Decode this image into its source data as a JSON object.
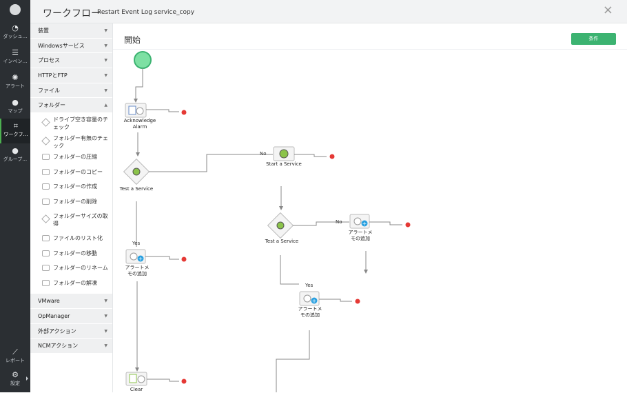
{
  "rail": {
    "items": [
      {
        "label": "ダッシュ…",
        "icon": "gauge-icon"
      },
      {
        "label": "インベン…",
        "icon": "inventory-icon"
      },
      {
        "label": "アラート",
        "icon": "alarm-icon"
      },
      {
        "label": "マップ",
        "icon": "map-pin-icon"
      },
      {
        "label": "ワークフ…",
        "icon": "workflow-icon"
      },
      {
        "label": "グループ…",
        "icon": "chat-bubble-icon"
      },
      {
        "label": "レポート",
        "icon": "report-chart-icon"
      },
      {
        "label": "設定",
        "icon": "gear-icon"
      }
    ]
  },
  "header": {
    "title": "ワークフロー",
    "subtitle": "Restart Event Log service_copy",
    "close_glyph": "×"
  },
  "panel": {
    "categories_top": [
      "装置",
      "Windowsサービス",
      "プロセス",
      "HTTPとFTP",
      "ファイル"
    ],
    "open_category": "フォルダー",
    "folder_items": [
      {
        "label": "ドライブ空き容量のチェック",
        "shape": "diamond"
      },
      {
        "label": "フォルダー有無のチェック",
        "shape": "diamond"
      },
      {
        "label": "フォルダーの圧縮",
        "shape": "box"
      },
      {
        "label": "フォルダーのコピー",
        "shape": "box"
      },
      {
        "label": "フォルダーの作成",
        "shape": "box"
      },
      {
        "label": "フォルダーの削除",
        "shape": "box"
      },
      {
        "label": "フォルダーサイズの取得",
        "shape": "diamond"
      },
      {
        "label": "ファイルのリスト化",
        "shape": "box"
      },
      {
        "label": "フォルダーの移動",
        "shape": "box"
      },
      {
        "label": "フォルダーのリネーム",
        "shape": "box"
      },
      {
        "label": "フォルダーの解凍",
        "shape": "box"
      }
    ],
    "categories_bottom": [
      "VMware",
      "OpManager",
      "外部アクション",
      "NCMアクション"
    ]
  },
  "canvas": {
    "heading": "開始",
    "condition_button": "条件"
  },
  "flow": {
    "nodes": {
      "ack": "Acknowledge Alarm",
      "test1": "Test a Service",
      "start": "Start a Service",
      "test2": "Test a Service",
      "memo1": "アラートメモの追加",
      "memo2": "アラートメモの追加",
      "memo3": "アラートメモの追加",
      "clear": "Clear"
    },
    "edges": {
      "no1": "No",
      "no2": "No",
      "yes1": "Yes",
      "yes2": "Yes"
    }
  }
}
